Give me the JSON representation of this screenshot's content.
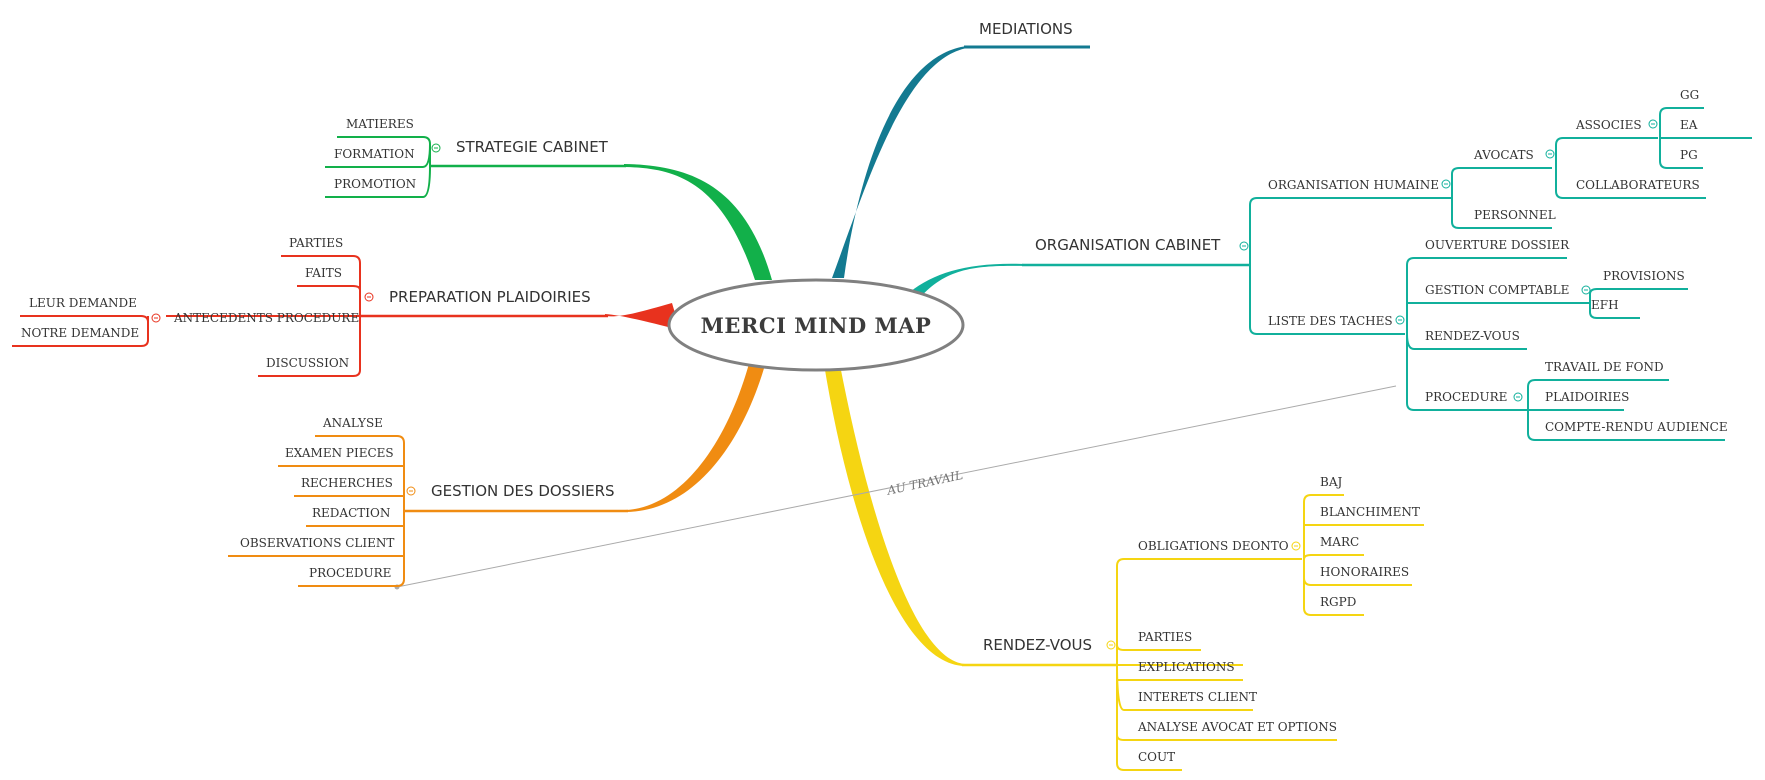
{
  "colors": {
    "teal_blue": "#137a91",
    "green": "#12b04a",
    "teal": "#11b09c",
    "red": "#e8321e",
    "orange": "#f08c12",
    "yellow": "#f5d512",
    "center_border": "#808080",
    "relationship": "#aaaaaa"
  },
  "center": {
    "label": "MERCI MIND MAP"
  },
  "relationship": {
    "label": "AU TRAVAIL"
  },
  "branches": {
    "mediations": {
      "label": "MEDIATIONS"
    },
    "strategie": {
      "label": "STRATEGIE CABINET",
      "children": [
        "MATIERES",
        "FORMATION",
        "PROMOTION"
      ]
    },
    "preparation": {
      "label": "PREPARATION PLAIDOIRIES",
      "parties": "PARTIES",
      "faits": "FAITS",
      "antecedents": {
        "label": "ANTECEDENTS PROCEDURE",
        "children": [
          "LEUR DEMANDE",
          "NOTRE DEMANDE"
        ]
      },
      "discussion": "DISCUSSION"
    },
    "gestion_dossiers": {
      "label": "GESTION DES DOSSIERS",
      "children": [
        "ANALYSE",
        "EXAMEN PIECES",
        "RECHERCHES",
        "REDACTION",
        "OBSERVATIONS CLIENT",
        "PROCEDURE"
      ]
    },
    "organisation": {
      "label": "ORGANISATION CABINET",
      "humaine": {
        "label": "ORGANISATION HUMAINE",
        "avocats": {
          "label": "AVOCATS",
          "associes": {
            "label": "ASSOCIES",
            "children": [
              "GG",
              "EA",
              "PG"
            ]
          },
          "collaborateurs": "COLLABORATEURS"
        },
        "personnel": "PERSONNEL"
      },
      "taches": {
        "label": "LISTE DES TACHES",
        "ouverture": "OUVERTURE DOSSIER",
        "gestion_comptable": {
          "label": "GESTION COMPTABLE",
          "children": [
            "PROVISIONS",
            "EFH"
          ]
        },
        "rendez_vous": "RENDEZ-VOUS",
        "procedure": {
          "label": "PROCEDURE",
          "children": [
            "TRAVAIL DE FOND",
            "PLAIDOIRIES",
            "COMPTE-RENDU AUDIENCE"
          ]
        }
      }
    },
    "rendez_vous": {
      "label": "RENDEZ-VOUS",
      "obligations": {
        "label": "OBLIGATIONS DEONTO",
        "children": [
          "BAJ",
          "BLANCHIMENT",
          "MARC",
          "HONORAIRES",
          "RGPD"
        ]
      },
      "children": [
        "PARTIES",
        "EXPLICATIONS",
        "INTERETS CLIENT",
        "ANALYSE AVOCAT ET OPTIONS",
        "COUT"
      ]
    }
  }
}
